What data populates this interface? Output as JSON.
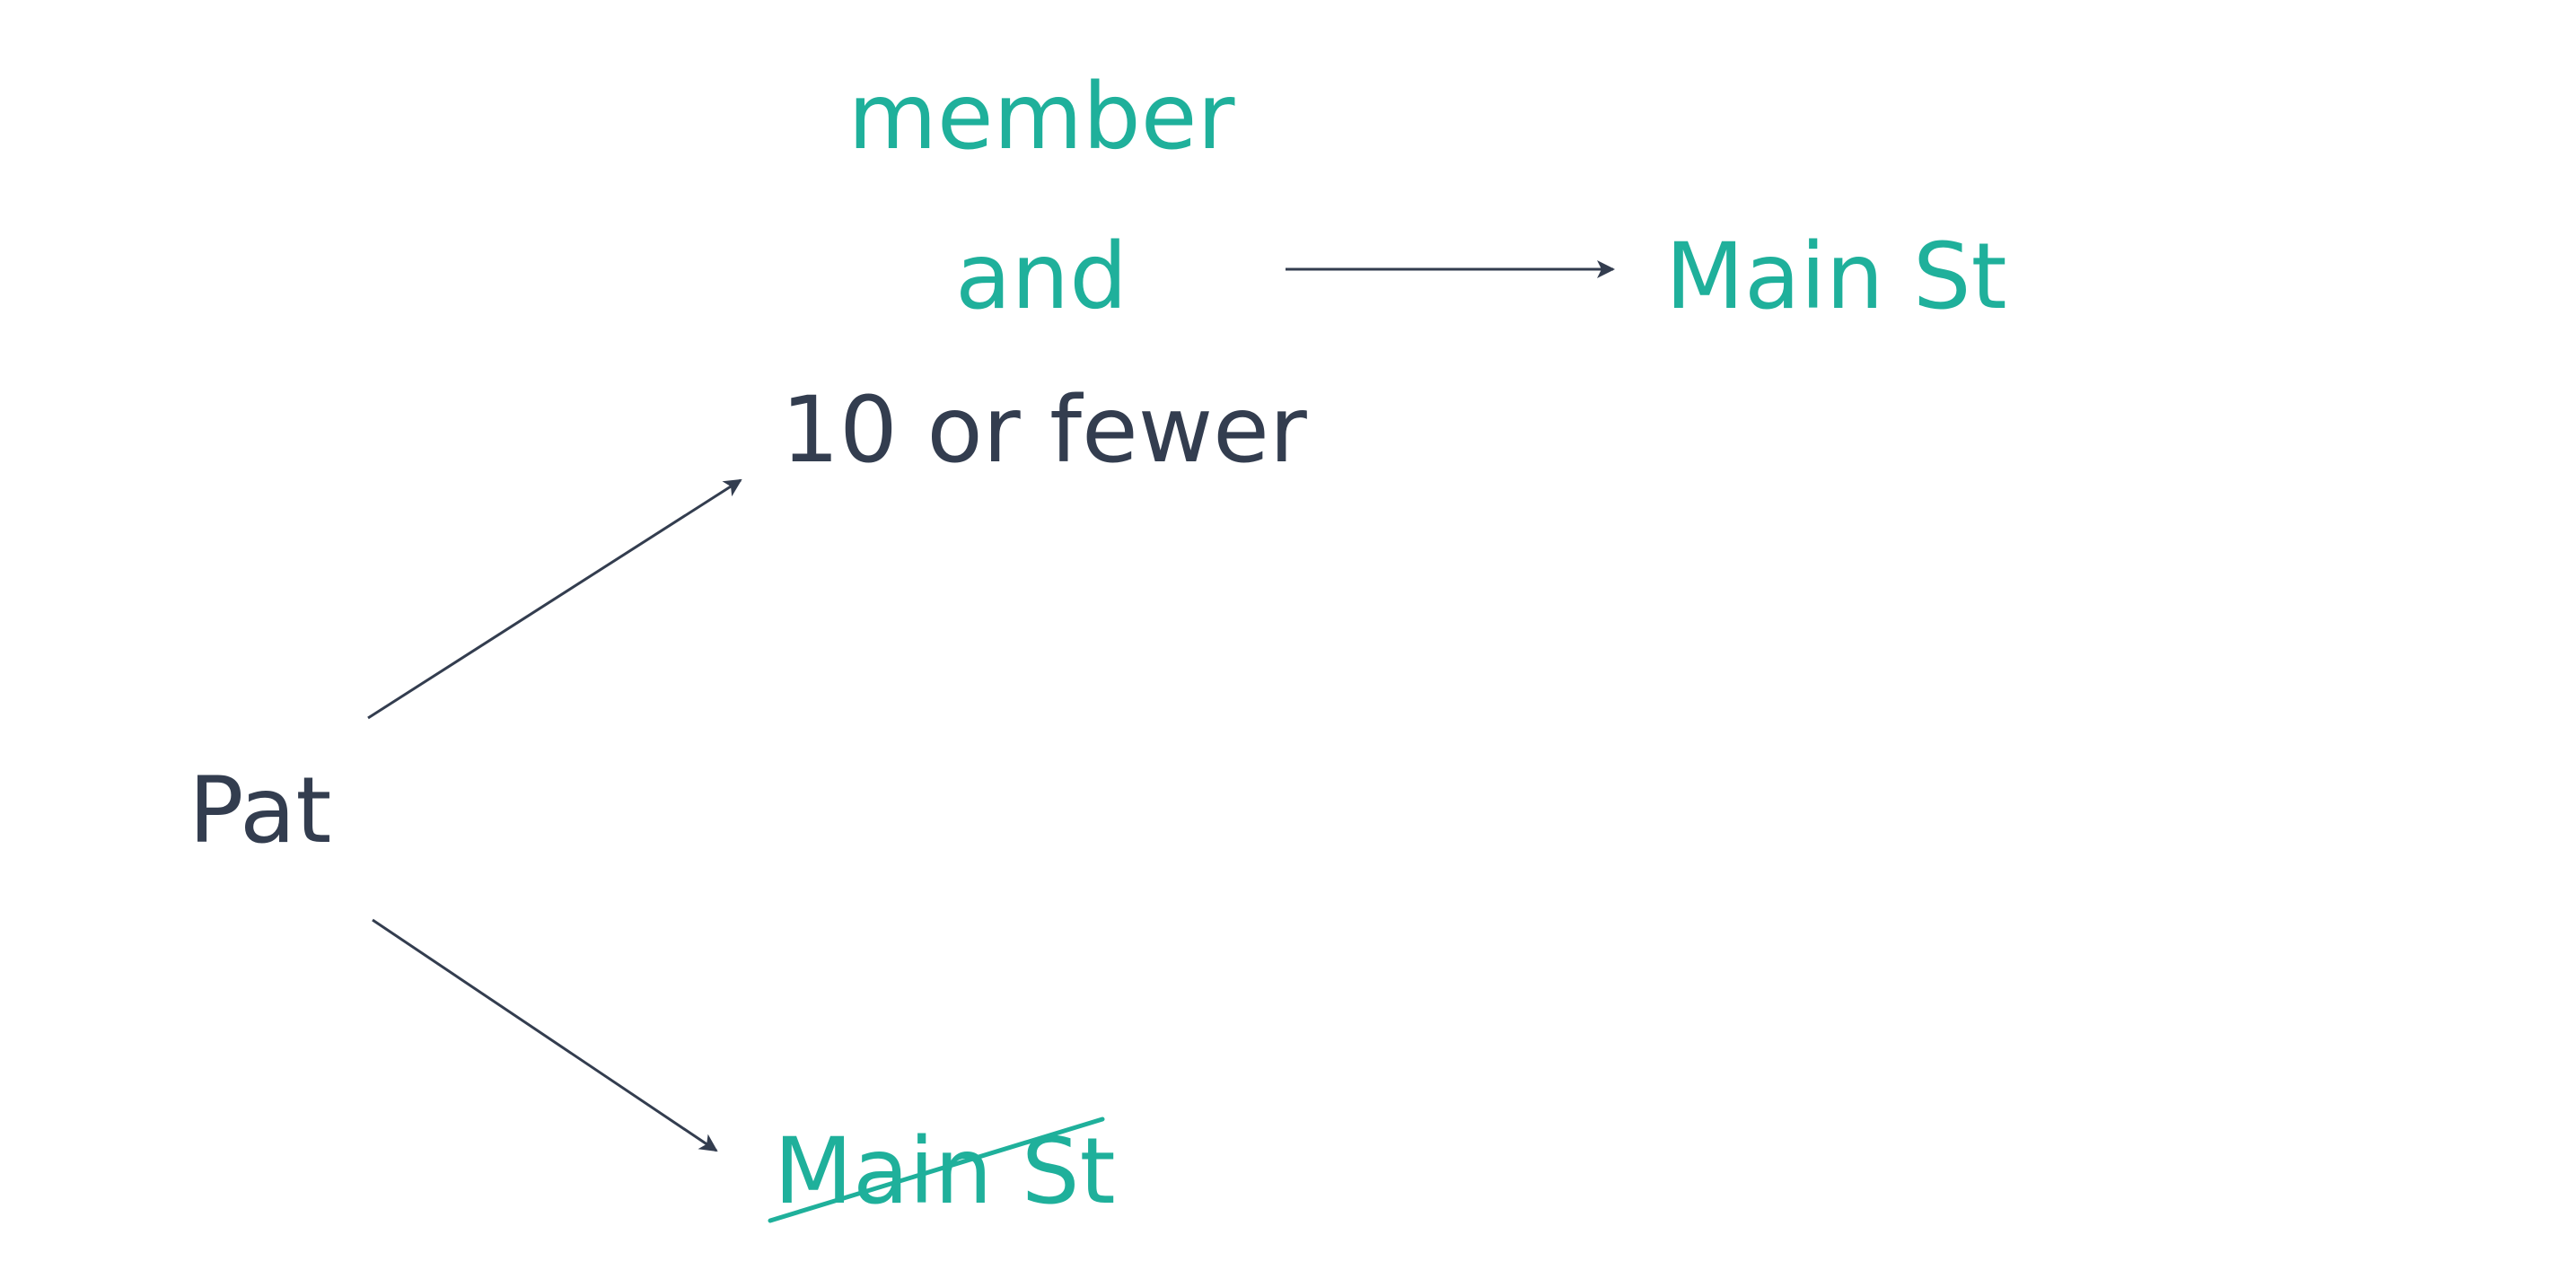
{
  "colors": {
    "text_dark": "#333d4f",
    "accent": "#1fb09b",
    "arrow": "#333d4f",
    "background": "#ffffff"
  },
  "diagram": {
    "nodes": {
      "pat": "Pat",
      "condition_member": "member",
      "condition_and": "and",
      "condition_fewer": "10 or fewer",
      "result_main": "Main St",
      "result_main_crossed": "Main St"
    }
  }
}
